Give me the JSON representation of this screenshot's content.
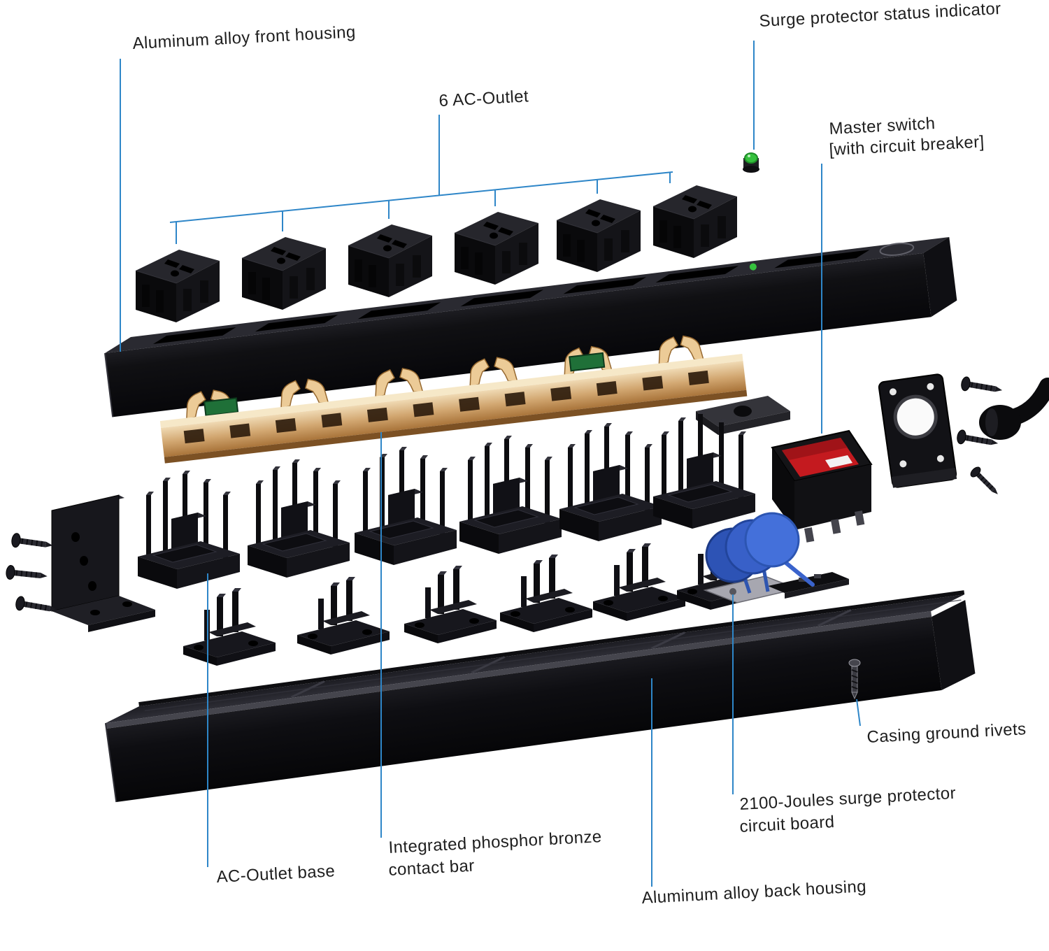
{
  "figure": {
    "background": "#ffffff",
    "leader_color": "#2e86c8",
    "labels": {
      "front_housing": "Aluminum alloy front housing",
      "six_ac_outlet": "6 AC-Outlet",
      "status_indicator": "Surge protector status indicator",
      "master_switch": [
        "Master switch",
        "[with circuit breaker]"
      ],
      "casing_ground_rivets": "Casing ground rivets",
      "surge_board": [
        "2100-Joules surge protector",
        "circuit board"
      ],
      "back_housing": "Aluminum alloy back housing",
      "contact_bar": [
        "Integrated phosphor bronze",
        "contact bar"
      ],
      "outlet_base": "AC-Outlet base"
    },
    "part_colors": {
      "housing_black": "#0d0d10",
      "contact_bar_copper": "#d9ae76",
      "varistor_blue": "#3a63cc",
      "switch_red": "#c41a1f",
      "status_led_green": "#35c13d"
    }
  }
}
